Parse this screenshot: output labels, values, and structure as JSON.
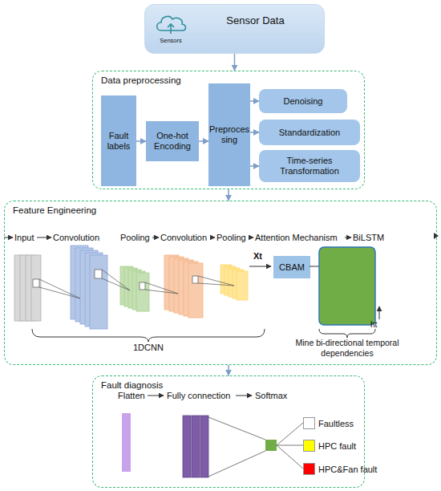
{
  "diagram": {
    "nodes": [
      {
        "text": [
          "Sensor Data",
          "Sensors"
        ]
      },
      {
        "text": [
          "Data preprocessing"
        ]
      },
      {
        "text": [
          "Fault labels"
        ],
        "in": 1
      },
      {
        "text": [
          "One-hot Encoding"
        ],
        "in": 1
      },
      {
        "text": [
          "Preprocessing"
        ],
        "in": 1
      },
      {
        "text": [
          "Denoising"
        ],
        "in": 1
      },
      {
        "text": [
          "Standardization"
        ],
        "in": 1
      },
      {
        "text": [
          "Time-series Transformation"
        ],
        "in": 1
      },
      {
        "text": [
          "Feature Engineering"
        ]
      },
      {
        "text": [
          "CBAM"
        ],
        "in": 8
      },
      {
        "text": [
          "Fault diagnosis"
        ]
      }
    ],
    "edges": [
      {
        "from": 0,
        "to": 1,
        "arrow": "to"
      },
      {
        "from": 2,
        "to": 3,
        "arrow": "to"
      },
      {
        "from": 3,
        "to": 4,
        "arrow": "to"
      },
      {
        "from": 4,
        "to": 5,
        "arrow": "to"
      },
      {
        "from": 4,
        "to": 6,
        "arrow": "to"
      },
      {
        "from": 4,
        "to": 7,
        "arrow": "to"
      },
      {
        "from": 1,
        "to": 8,
        "arrow": "to"
      },
      {
        "from": 8,
        "to": 10,
        "arrow": "to"
      }
    ],
    "labels": [
      "Input",
      "Convolution",
      "Pooling",
      "Convolution",
      "Pooling",
      "Attention Mechanism",
      "BiLSTM",
      "Xt",
      "ht",
      "1DCNN",
      "Mine bi-directional temporal dependencies",
      "Flatten",
      "Fully connection",
      "Softmax"
    ],
    "legend": [
      {
        "text": "Faultless",
        "color": "#ffffff"
      },
      {
        "text": "HPC fault",
        "color": "#ffff00"
      },
      {
        "text": "HPC&Fan fault",
        "color": "#ff0000"
      }
    ]
  }
}
